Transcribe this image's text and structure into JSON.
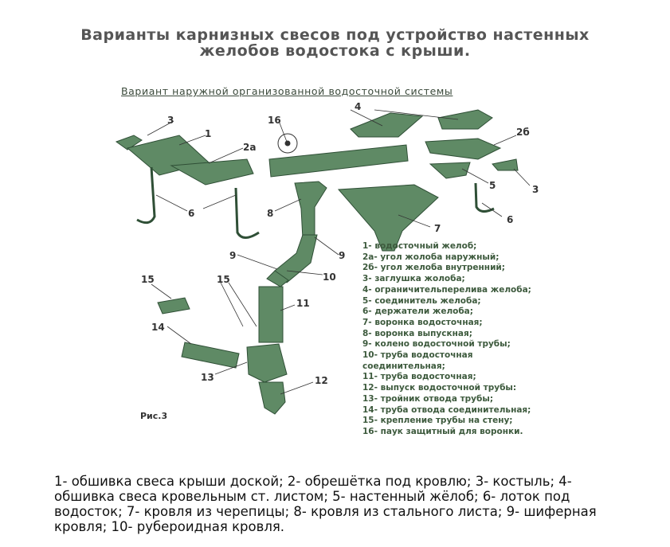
{
  "title": {
    "line1": "Варианты карнизных свесов под устройство настенных",
    "line2": "желобов водостока с крыши."
  },
  "figure": {
    "subtitle": "Вариант наружной организованной водосточной системы",
    "fig_label": "Рис.3",
    "callouts": {
      "n1": "1",
      "n2a": "2а",
      "n2b": "2б",
      "n3a": "3",
      "n3b": "3",
      "n4": "4",
      "n5": "5",
      "n6a": "6",
      "n6b": "6",
      "n6c": "6",
      "n7": "7",
      "n8": "8",
      "n9a": "9",
      "n9b": "9",
      "n10": "10",
      "n11": "11",
      "n12": "12",
      "n13": "13",
      "n14": "14",
      "n15a": "15",
      "n15b": "15",
      "n16": "16"
    },
    "legend": [
      "1- водосточный желоб;",
      "2а- угол жолоба наружный;",
      "2б- угол желоба внутренний;",
      "3- заглушка жолоба;",
      "4- ограничительперелива желоба;",
      "5- соединитель желоба;",
      "6- держатели желоба;",
      "7- воронка водосточная;",
      "8- воронка выпускная;",
      "9- колено водосточной трубы;",
      "10- труба водосточная",
      "соединительная;",
      "11- труба водосточная;",
      "12- выпуск водосточной трубы:",
      "13- тройник отвода трубы;",
      "14- труба отвода соединительная;",
      "15- крепление трубы на стену;",
      "16- паук защитный для воронки."
    ],
    "colors": {
      "part": "#5f8a65",
      "part_dark": "#3f6a48"
    }
  },
  "caption": "1- обшивка свеса крыши доской; 2- обрешётка под кровлю; 3- костыль; 4- обшивка свеса кровельным ст. листом; 5- настенный жёлоб; 6- лоток под водосток; 7- кровля из черепицы; 8- кровля из стального листа; 9- шиферная кровля; 10- рубероидная кровля."
}
